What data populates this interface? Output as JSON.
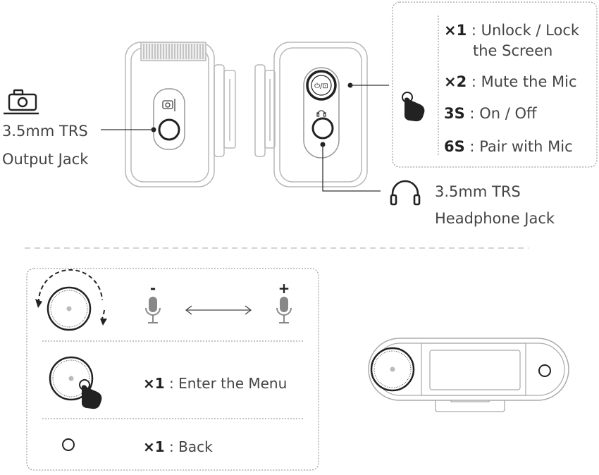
{
  "camera_jack": {
    "line1": "3.5mm TRS",
    "line2": "Output Jack"
  },
  "headphone_jack": {
    "line1": "3.5mm TRS",
    "line2": "Headphone Jack"
  },
  "button_functions": [
    {
      "key": "×1",
      "sep": " : ",
      "line1": "Unlock / Lock",
      "line2": "the Screen"
    },
    {
      "key": "×2",
      "sep": " : ",
      "line1": "Mute the Mic"
    },
    {
      "key": "3S",
      "sep": " : ",
      "line1": "On / Off"
    },
    {
      "key": "6S",
      "sep": " : ",
      "line1": "Pair with Mic"
    }
  ],
  "power_button_glyph": "⏻/⊡",
  "volume": {
    "minus": "-",
    "plus": "+"
  },
  "knob_actions": [
    {
      "key": "×1",
      "sep": " : ",
      "label": "Enter the Menu"
    },
    {
      "key": "×1",
      "sep": " : ",
      "label": "Back"
    }
  ],
  "icons": [
    "camera-icon",
    "headphone-icon",
    "hand-press-icon",
    "microphone-icon",
    "rotate-arrow-icon"
  ]
}
